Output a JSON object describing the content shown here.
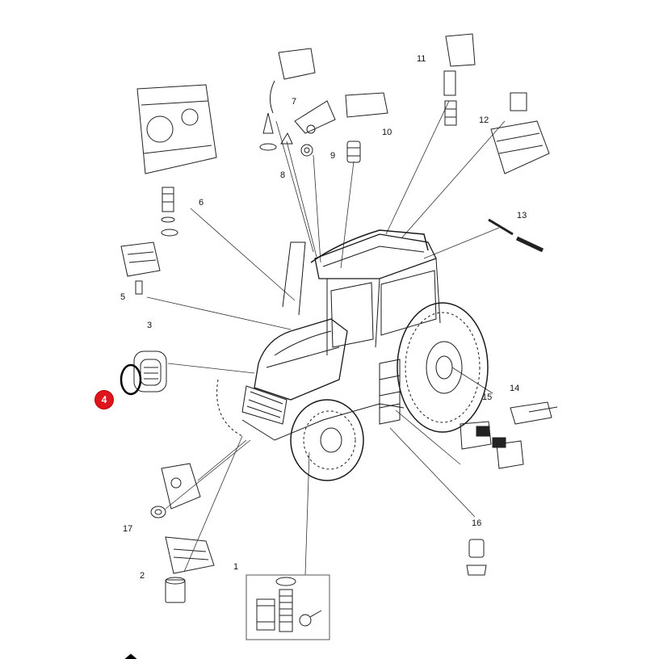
{
  "diagram": {
    "highlight_color": "#e0141c",
    "selected_callout": "4",
    "callouts": [
      {
        "id": "1",
        "label": "1"
      },
      {
        "id": "2",
        "label": "2"
      },
      {
        "id": "3",
        "label": "3"
      },
      {
        "id": "4",
        "label": "4"
      },
      {
        "id": "5",
        "label": "5"
      },
      {
        "id": "6",
        "label": "6"
      },
      {
        "id": "7",
        "label": "7"
      },
      {
        "id": "8",
        "label": "8"
      },
      {
        "id": "9",
        "label": "9"
      },
      {
        "id": "10",
        "label": "10"
      },
      {
        "id": "11",
        "label": "11"
      },
      {
        "id": "12",
        "label": "12"
      },
      {
        "id": "13",
        "label": "13"
      },
      {
        "id": "14",
        "label": "14"
      },
      {
        "id": "15",
        "label": "15"
      },
      {
        "id": "16",
        "label": "16"
      },
      {
        "id": "17",
        "label": "17"
      }
    ]
  }
}
